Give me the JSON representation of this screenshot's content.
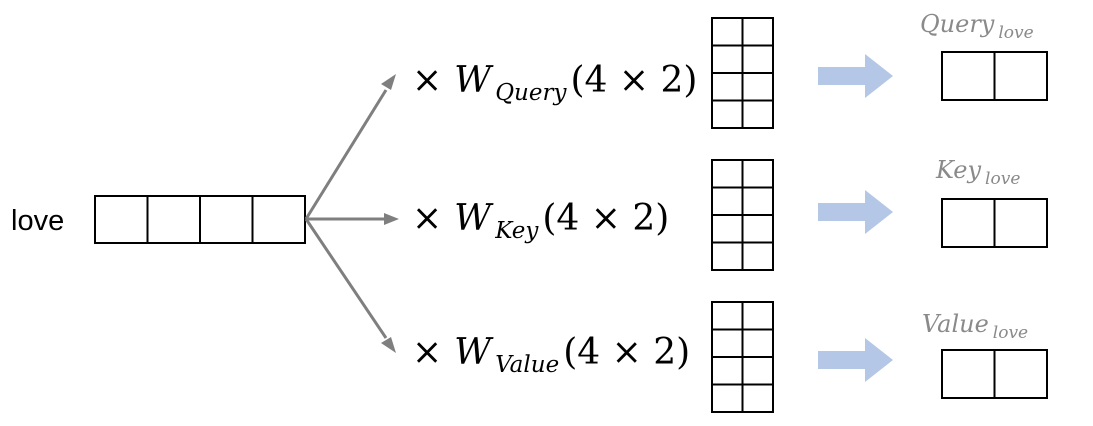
{
  "input": {
    "word": "love",
    "vector_cells": 4
  },
  "projections": [
    {
      "id": "query",
      "operator": "×",
      "symbol": "W",
      "subscript": "Query",
      "shape": "(4 × 2)",
      "matrix_rows": 4,
      "matrix_cols": 2,
      "output_name": "Query",
      "output_subscript": "love",
      "output_cells": 2
    },
    {
      "id": "key",
      "operator": "×",
      "symbol": "W",
      "subscript": "Key",
      "shape": "(4 × 2)",
      "matrix_rows": 4,
      "matrix_cols": 2,
      "output_name": "Key",
      "output_subscript": "love",
      "output_cells": 2
    },
    {
      "id": "value",
      "operator": "×",
      "symbol": "W",
      "subscript": "Value",
      "shape": "(4 × 2)",
      "matrix_rows": 4,
      "matrix_cols": 2,
      "output_name": "Value",
      "output_subscript": "love",
      "output_cells": 2
    }
  ],
  "colors": {
    "fan_arrow": "#7f7f7f",
    "block_arrow": "#b4c7e7",
    "output_label": "#8a8a8a"
  }
}
